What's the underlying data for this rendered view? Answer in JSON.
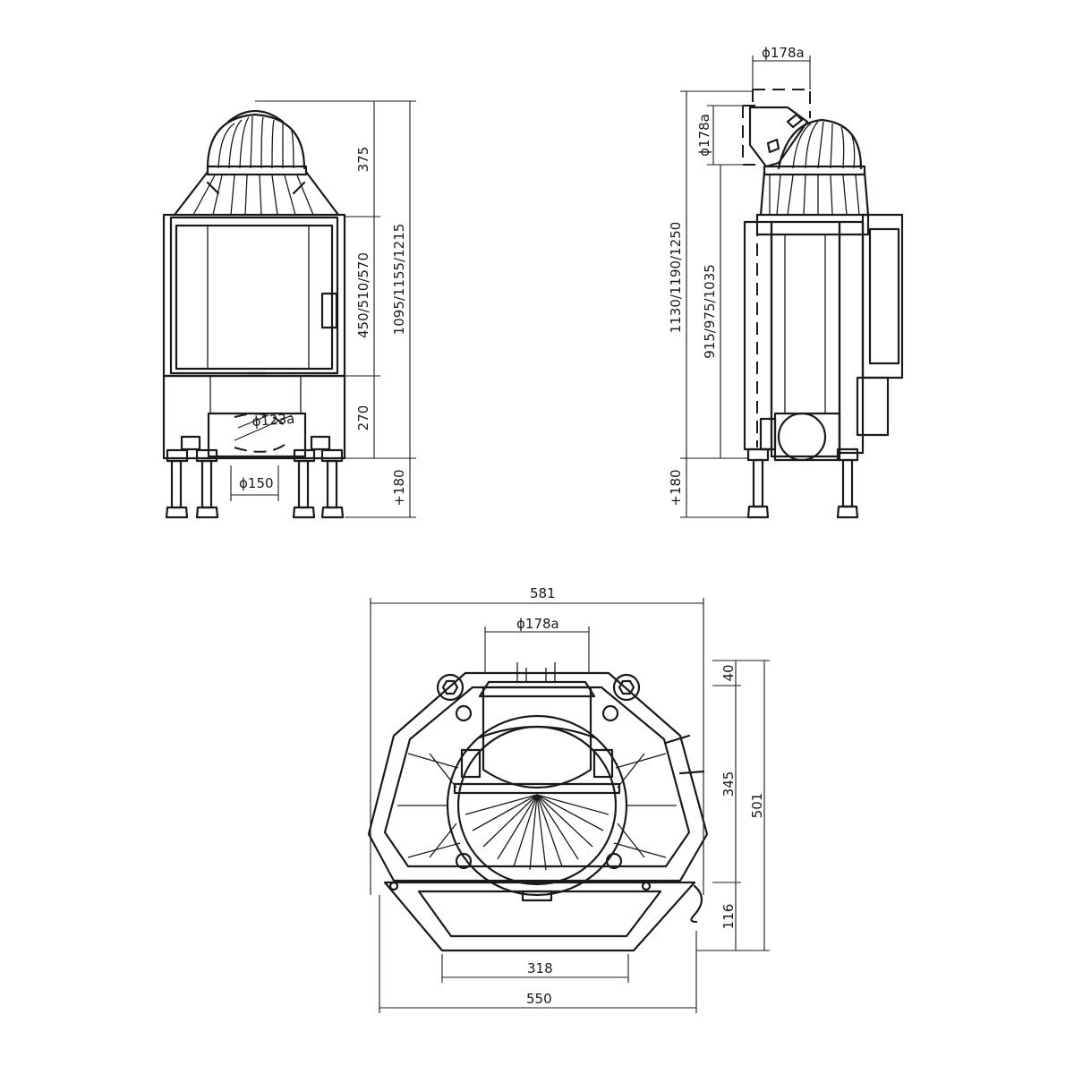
{
  "front_view": {
    "dim_top": "375",
    "dim_door": "450/510/570",
    "dim_base": "270",
    "dim_total": "1095/1155/1215",
    "dim_legs": "+180",
    "flue_dia": "ϕ123a",
    "air_dia": "ϕ150"
  },
  "side_view": {
    "flue_top_dia": "ϕ178a",
    "flue_side_dia": "ϕ178a",
    "dim_total": "1130/1190/1250",
    "dim_body": "915/975/1035",
    "dim_legs": "+180"
  },
  "plan_view": {
    "width_top": "581",
    "flue_dia": "ϕ178a",
    "dim_40": "40",
    "dim_345": "345",
    "dim_116": "116",
    "dim_501": "501",
    "dim_318": "318",
    "dim_550": "550"
  }
}
